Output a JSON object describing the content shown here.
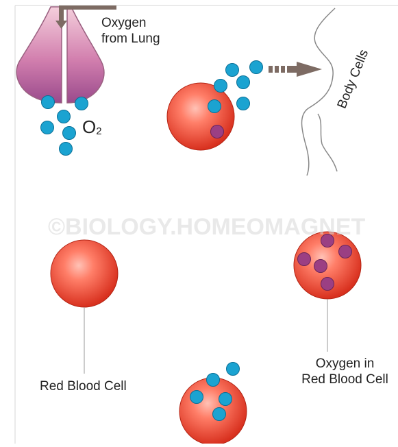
{
  "labels": {
    "oxygen_from_lung_line1": "Oxygen",
    "oxygen_from_lung_line2": "from Lung",
    "o2_main": "O",
    "o2_sub": "2",
    "body_cells": "Body Cells",
    "red_blood_cell": "Red Blood Cell",
    "oxygen_in_rbc_line1": "Oxygen in",
    "oxygen_in_rbc_line2": "Red Blood Cell",
    "watermark": "©BIOLOGY.HOMEOMAGNET"
  },
  "colors": {
    "oxygen_molecule": "#1ba3d1",
    "oxygen_bound": "#9b3f83",
    "rbc_light": "#ff9a88",
    "rbc_dark": "#d8301e",
    "lung_top": "#f2c6d4",
    "lung_bottom": "#a24c8f",
    "arrow": "#7d6b63",
    "outline": "#555555"
  },
  "icons": [
    "lung-icon",
    "body-cells-outline-icon",
    "arrow-icon",
    "oxygen-molecule-icon",
    "red-blood-cell-icon"
  ]
}
